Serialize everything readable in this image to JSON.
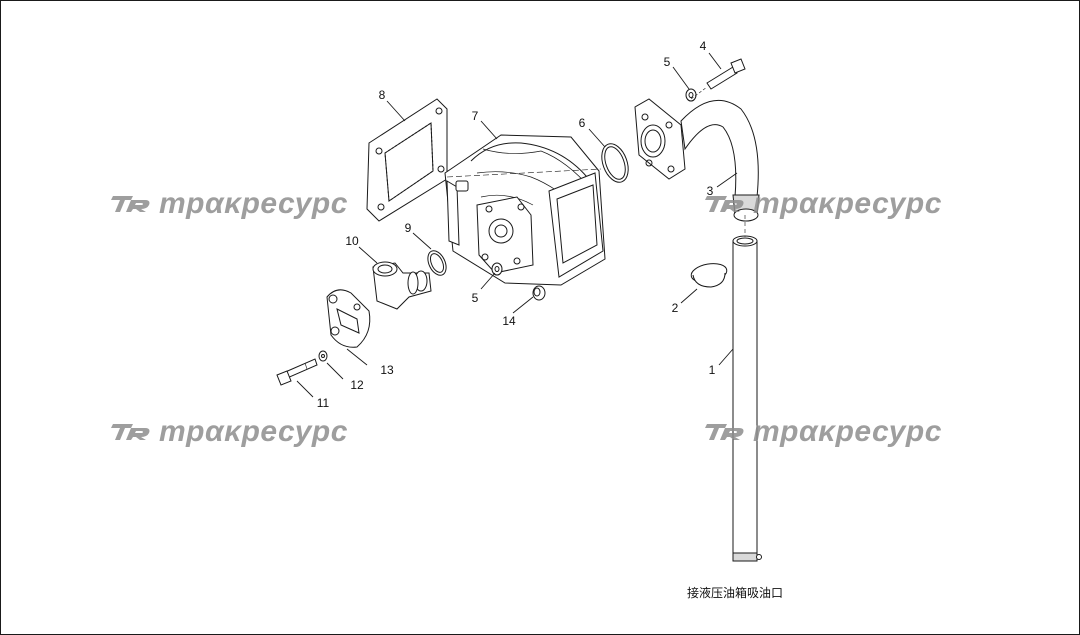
{
  "callouts": [
    {
      "id": "1",
      "label": "1"
    },
    {
      "id": "2",
      "label": "2"
    },
    {
      "id": "3",
      "label": "3"
    },
    {
      "id": "4",
      "label": "4"
    },
    {
      "id": "5a",
      "label": "5"
    },
    {
      "id": "5b",
      "label": "5"
    },
    {
      "id": "6",
      "label": "6"
    },
    {
      "id": "7",
      "label": "7"
    },
    {
      "id": "8",
      "label": "8"
    },
    {
      "id": "9",
      "label": "9"
    },
    {
      "id": "10",
      "label": "10"
    },
    {
      "id": "11",
      "label": "11"
    },
    {
      "id": "12",
      "label": "12"
    },
    {
      "id": "13",
      "label": "13"
    },
    {
      "id": "14",
      "label": "14"
    }
  ],
  "caption": "接液压油箱吸油口",
  "watermark": {
    "logo": "TR",
    "text": "трακресурс",
    "color": "#8e8e8e"
  },
  "colors": {
    "line": "#1a1a1a",
    "fill": "#ffffff",
    "shade": "#d9d9d9"
  }
}
